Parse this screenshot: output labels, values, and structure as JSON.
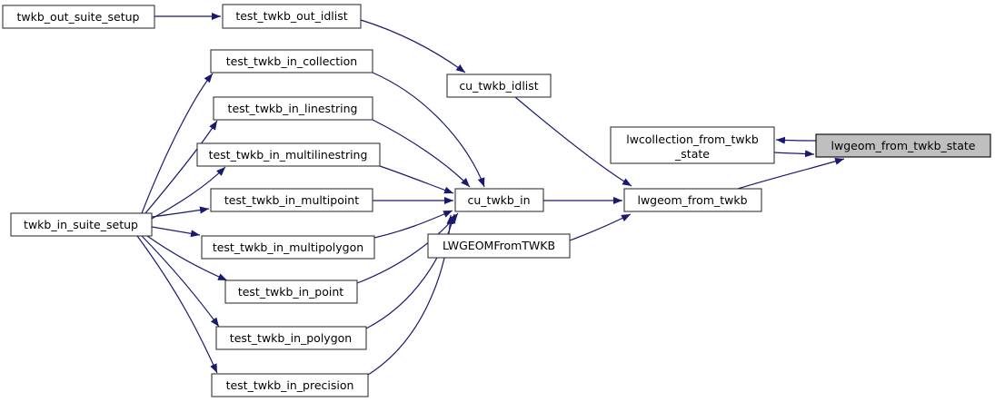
{
  "diagram": {
    "type": "caller-graph",
    "highlighted_node": "lwgeom_from_twkb_state",
    "colors": {
      "background": "#ffffff",
      "edge": "#191970",
      "node_border": "#343434",
      "node_fill": "#ffffff",
      "highlight_fill": "#bfbfbf",
      "text": "#000000"
    },
    "nodes": {
      "out_suite": {
        "label": "twkb_out_suite_setup"
      },
      "out_idlist": {
        "label": "test_twkb_out_idlist"
      },
      "collection": {
        "label": "test_twkb_in_collection"
      },
      "linestring": {
        "label": "test_twkb_in_linestring"
      },
      "multilinestring": {
        "label": "test_twkb_in_multilinestring"
      },
      "multipoint": {
        "label": "test_twkb_in_multipoint"
      },
      "multipolygon": {
        "label": "test_twkb_in_multipolygon"
      },
      "point": {
        "label": "test_twkb_in_point"
      },
      "polygon": {
        "label": "test_twkb_in_polygon"
      },
      "precision": {
        "label": "test_twkb_in_precision"
      },
      "in_suite": {
        "label": "twkb_in_suite_setup"
      },
      "cu_idlist": {
        "label": "cu_twkb_idlist"
      },
      "cu_in": {
        "label": "cu_twkb_in"
      },
      "lwgeomfromtwkb": {
        "label": "LWGEOMFromTWKB"
      },
      "lwgeom": {
        "label": "lwgeom_from_twkb"
      },
      "lwcollection": {
        "label_line1": "lwcollection_from_twkb",
        "label_line2": "_state"
      },
      "state": {
        "label": "lwgeom_from_twkb_state"
      }
    },
    "edges": [
      {
        "from": "twkb_out_suite_setup",
        "to": "test_twkb_out_idlist"
      },
      {
        "from": "test_twkb_out_idlist",
        "to": "cu_twkb_idlist"
      },
      {
        "from": "cu_twkb_idlist",
        "to": "lwgeom_from_twkb"
      },
      {
        "from": "twkb_in_suite_setup",
        "to": "test_twkb_in_collection"
      },
      {
        "from": "twkb_in_suite_setup",
        "to": "test_twkb_in_linestring"
      },
      {
        "from": "twkb_in_suite_setup",
        "to": "test_twkb_in_multilinestring"
      },
      {
        "from": "twkb_in_suite_setup",
        "to": "test_twkb_in_multipoint"
      },
      {
        "from": "twkb_in_suite_setup",
        "to": "test_twkb_in_multipolygon"
      },
      {
        "from": "twkb_in_suite_setup",
        "to": "test_twkb_in_point"
      },
      {
        "from": "twkb_in_suite_setup",
        "to": "test_twkb_in_polygon"
      },
      {
        "from": "twkb_in_suite_setup",
        "to": "test_twkb_in_precision"
      },
      {
        "from": "test_twkb_in_collection",
        "to": "cu_twkb_in"
      },
      {
        "from": "test_twkb_in_linestring",
        "to": "cu_twkb_in"
      },
      {
        "from": "test_twkb_in_multilinestring",
        "to": "cu_twkb_in"
      },
      {
        "from": "test_twkb_in_multipoint",
        "to": "cu_twkb_in"
      },
      {
        "from": "test_twkb_in_multipolygon",
        "to": "cu_twkb_in"
      },
      {
        "from": "test_twkb_in_point",
        "to": "cu_twkb_in"
      },
      {
        "from": "test_twkb_in_polygon",
        "to": "cu_twkb_in"
      },
      {
        "from": "test_twkb_in_precision",
        "to": "cu_twkb_in"
      },
      {
        "from": "cu_twkb_in",
        "to": "lwgeom_from_twkb"
      },
      {
        "from": "LWGEOMFromTWKB",
        "to": "lwgeom_from_twkb"
      },
      {
        "from": "lwgeom_from_twkb",
        "to": "lwgeom_from_twkb_state"
      },
      {
        "from": "lwgeom_from_twkb_state",
        "to": "lwcollection_from_twkb_state"
      },
      {
        "from": "lwcollection_from_twkb_state",
        "to": "lwgeom_from_twkb_state"
      }
    ]
  }
}
